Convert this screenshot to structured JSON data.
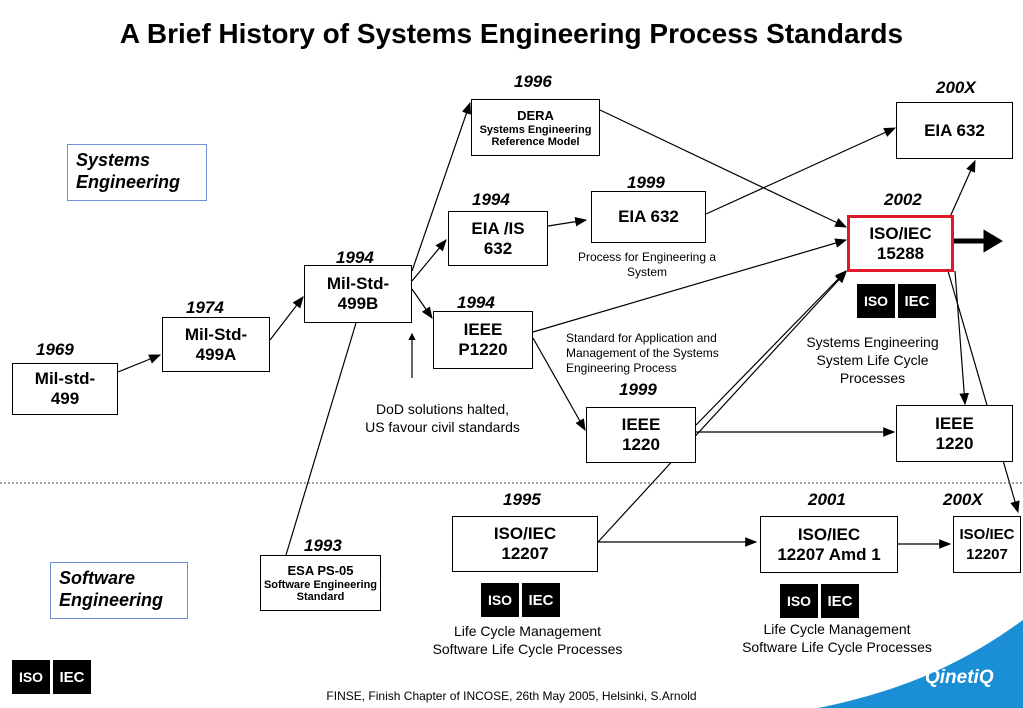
{
  "title": "A Brief History of Systems Engineering Process Standards",
  "sections": {
    "systems_engineering": "Systems\nEngineering",
    "software_engineering": "Software\nEngineering"
  },
  "years": {
    "y1969": "1969",
    "y1974": "1974",
    "y1994a": "1994",
    "y1996": "1996",
    "y1994b": "1994",
    "y1999a": "1999",
    "y1994c": "1994",
    "y1999b": "1999",
    "y200xa": "200X",
    "y2002": "2002",
    "y1993": "1993",
    "y1995": "1995",
    "y2001": "2001",
    "y200xb": "200X"
  },
  "boxes": {
    "milstd499": [
      "Mil-std-",
      "499"
    ],
    "milstd499a": [
      "Mil-Std-",
      "499A"
    ],
    "milstd499b": [
      "Mil-Std-",
      "499B"
    ],
    "dera": [
      "DERA",
      "Systems Engineering",
      "Reference Model"
    ],
    "eiais632": [
      "EIA /IS",
      "632"
    ],
    "eia632_1999": [
      "EIA 632"
    ],
    "ieeep1220": [
      "IEEE",
      "P1220"
    ],
    "ieee1220_1999": [
      "IEEE",
      "1220"
    ],
    "eia632_200x": [
      "EIA 632"
    ],
    "isoiec15288": [
      "ISO/IEC",
      "15288"
    ],
    "ieee1220_right": [
      "IEEE",
      "1220"
    ],
    "esaps05": [
      "ESA PS-05",
      "Software Engineering",
      "Standard"
    ],
    "isoiec12207": [
      "ISO/IEC",
      "12207"
    ],
    "isoiec12207amd1": [
      "ISO/IEC",
      "12207 Amd 1"
    ],
    "isoiec12207_200x": [
      "ISO/IEC",
      "12207"
    ]
  },
  "notes": {
    "process_for_eng": "Process for Engineering a\nSystem",
    "standard_for_app": "Standard for Application and\nManagement of the Systems\nEngineering Process",
    "dod": "DoD solutions halted,\nUS favour civil standards",
    "se_lifecycle": "Systems Engineering\nSystem Life Cycle\nProcesses",
    "lcm1": "Life Cycle Management\nSoftware Life Cycle Processes",
    "lcm2": "Life Cycle Management\nSoftware Life Cycle Processes"
  },
  "logo": {
    "iso": "ISO",
    "iec": "IEC"
  },
  "footer": "FINSE, Finish Chapter of INCOSE, 26th May 2005, Helsinki,  S.Arnold",
  "brand": "QinetiQ",
  "colors": {
    "highlight_border": "#e0192a",
    "brand_blue": "#1b8fd6",
    "section_border": "#6d8fd6"
  }
}
